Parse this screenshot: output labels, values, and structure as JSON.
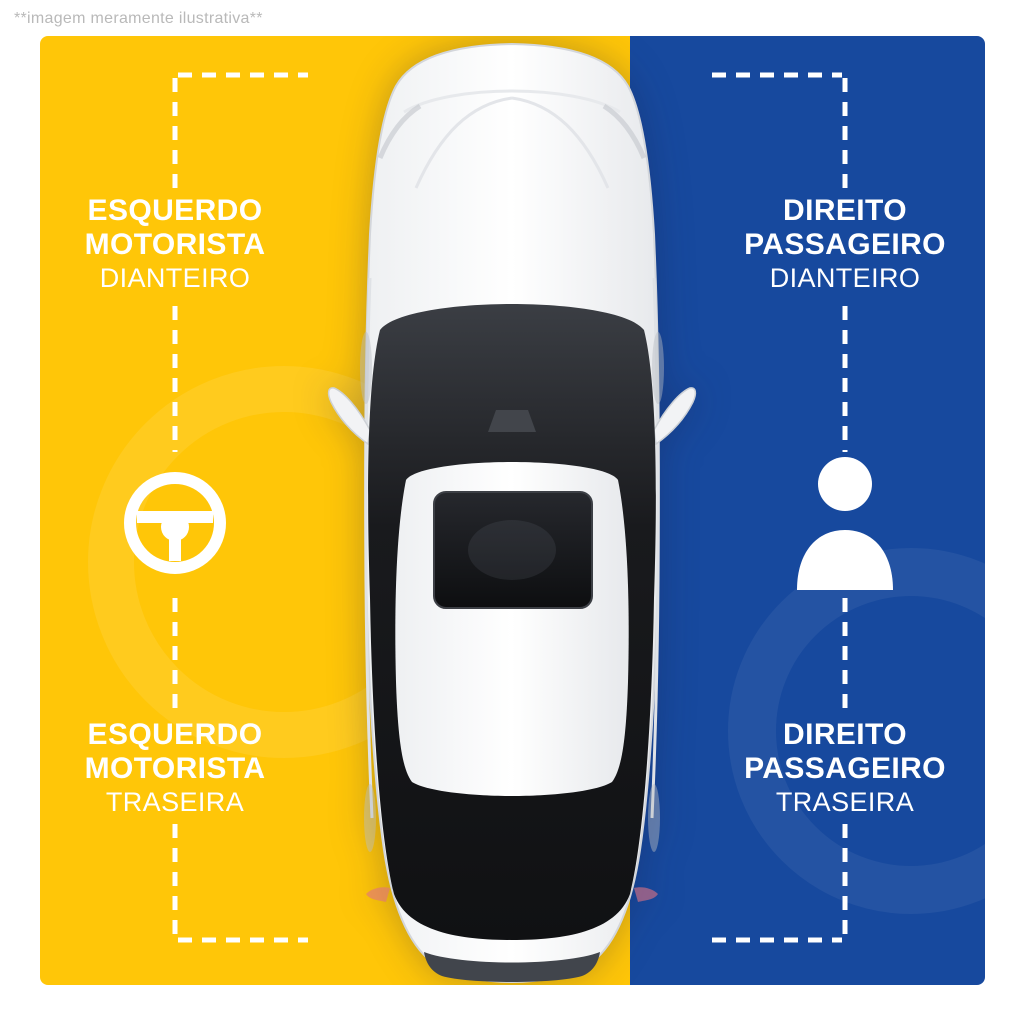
{
  "watermark": "**imagem meramente ilustrativa**",
  "colors": {
    "left_panel": "#FFC608",
    "right_panel": "#17499E",
    "label_text": "#FFFFFF",
    "watermark_text": "#B9B9B9",
    "guide_line": "#FFFFFF"
  },
  "labels": {
    "left_front": {
      "line1": "ESQUERDO",
      "line2": "MOTORISTA",
      "line3": "DIANTEIRO"
    },
    "right_front": {
      "line1": "DIREITO",
      "line2": "PASSAGEIRO",
      "line3": "DIANTEIRO"
    },
    "left_rear": {
      "line1": "ESQUERDO",
      "line2": "MOTORISTA",
      "line3": "TRASEIRA"
    },
    "right_rear": {
      "line1": "DIREITO",
      "line2": "PASSAGEIRO",
      "line3": "TRASEIRA"
    }
  },
  "icons": {
    "left": "steering-wheel-icon",
    "right": "passenger-icon",
    "vehicle": "car-top-view"
  },
  "guides": {
    "style": "dashed",
    "sides": [
      "left",
      "right"
    ]
  }
}
